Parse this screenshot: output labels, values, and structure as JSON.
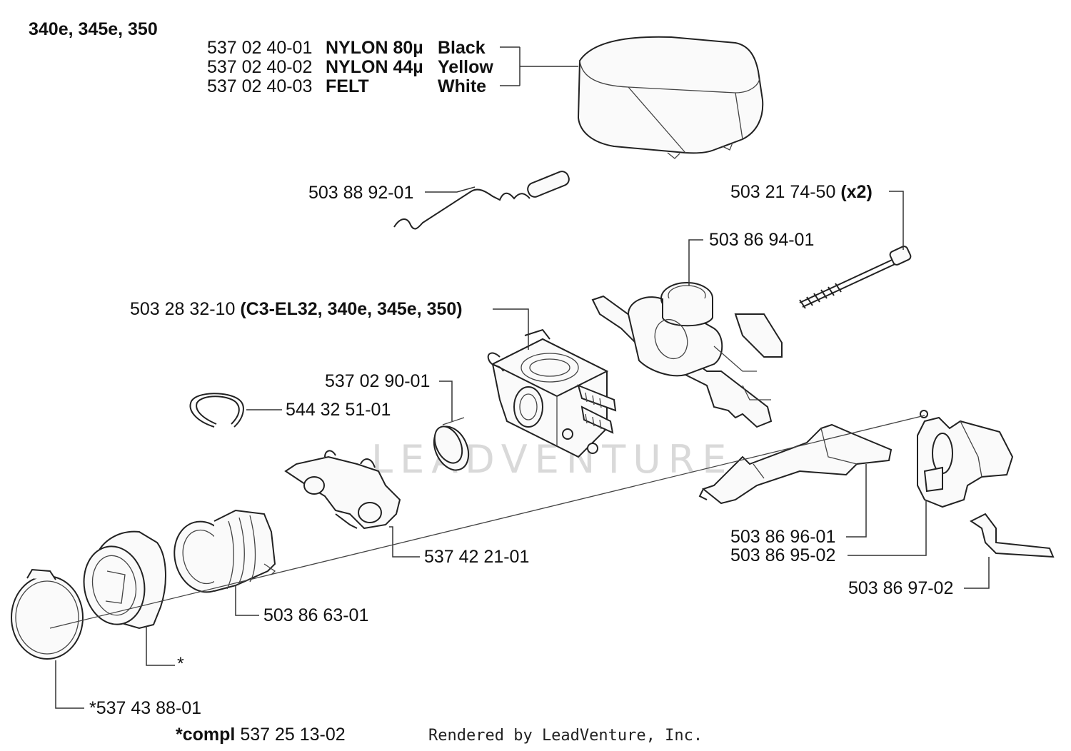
{
  "diagram": {
    "heading": "340e, 345e, 350",
    "filter_options": [
      {
        "part_no": "537 02 40-01",
        "material": "NYLON 80µ",
        "color": "Black"
      },
      {
        "part_no": "537 02 40-02",
        "material": "NYLON 44µ",
        "color": "Yellow"
      },
      {
        "part_no": "537 02 40-03",
        "material": "FELT",
        "color": "White"
      }
    ],
    "callouts": {
      "rod": "503 88 92-01",
      "bolt": "503 21 74-50",
      "bolt_qty": "(x2)",
      "holder": "503 86 94-01",
      "carb": "503 28 32-10",
      "carb_models": "(C3-EL32, 340e, 345e, 350)",
      "spacer": "537 02 90-01",
      "lock_ring": "544 32 51-01",
      "clamp_plate": "537 42 21-01",
      "lever": "503 86 96-01",
      "shutter": "503 86 95-02",
      "spring": "503 86 97-02",
      "rubber_boot": "503 86 63-01",
      "star": "*",
      "hose_clamp": "*537 43 88-01",
      "compl_prefix": "*compl",
      "compl_no": "537 25 13-02"
    },
    "watermark": "LEADVENTURE",
    "credit": "Rendered by LeadVenture, Inc."
  }
}
